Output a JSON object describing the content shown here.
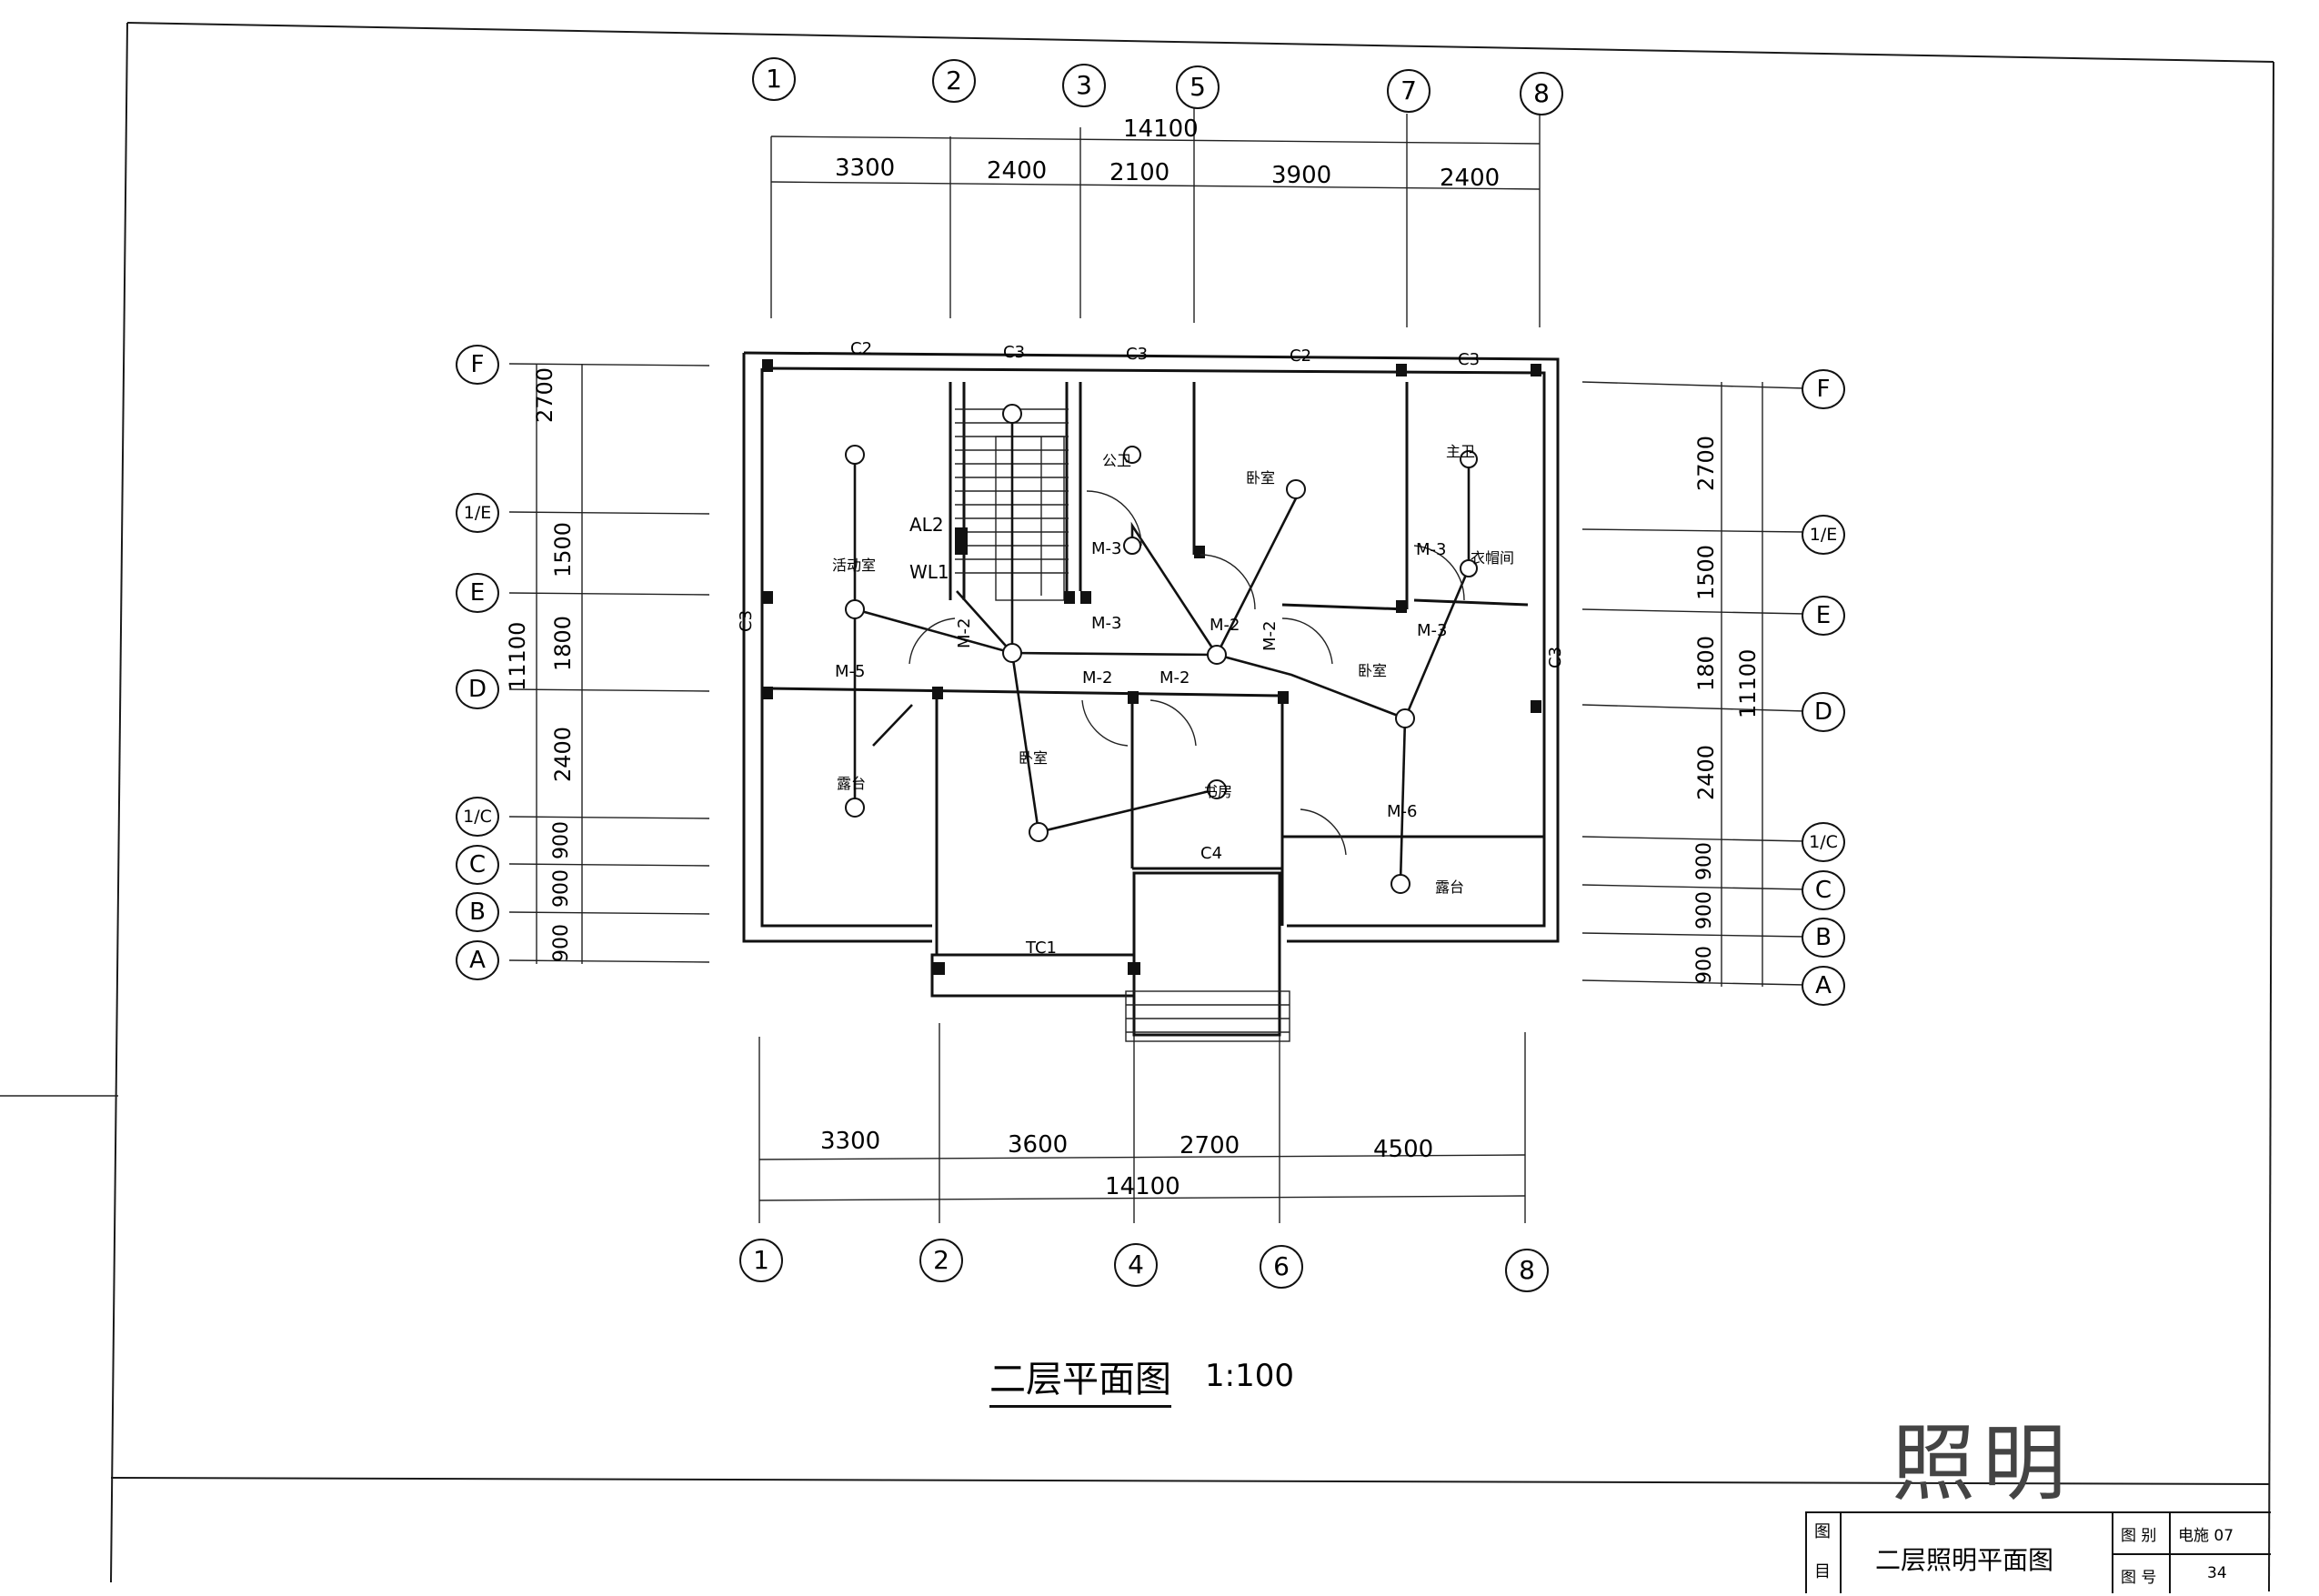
{
  "axes_top": [
    "1",
    "2",
    "3",
    "5",
    "7",
    "8"
  ],
  "axes_bottom": [
    "1",
    "2",
    "4",
    "6",
    "8"
  ],
  "axes_left": [
    "F",
    "1/E",
    "E",
    "D",
    "1/C",
    "C",
    "B",
    "A"
  ],
  "axes_right": [
    "F",
    "1/E",
    "E",
    "D",
    "1/C",
    "C",
    "B",
    "A"
  ],
  "dims_top_total": "14100",
  "dims_top": [
    "3300",
    "2400",
    "2100",
    "3900",
    "2400"
  ],
  "dims_bottom_total": "14100",
  "dims_bottom": [
    "3300",
    "3600",
    "2700",
    "4500"
  ],
  "dims_left": [
    "2700",
    "1500",
    "1800",
    "2400",
    "900",
    "900",
    "900"
  ],
  "dims_left_total": "11100",
  "dims_right": [
    "2700",
    "1500",
    "1800",
    "2400",
    "900",
    "900",
    "900"
  ],
  "dims_right_total": "11100",
  "windows": [
    "C2",
    "C3",
    "C3",
    "C2",
    "C3",
    "C3",
    "C3",
    "C4",
    "TC1"
  ],
  "doors": [
    "M-2",
    "M-3",
    "M-3",
    "M-2",
    "M-2",
    "M-2",
    "M-2",
    "M-3",
    "M-3",
    "M-5",
    "M-6"
  ],
  "rooms": [
    "活动室",
    "露台",
    "卧室",
    "公卫",
    "卧室",
    "主卫",
    "衣帽间",
    "卧室",
    "书房",
    "露台"
  ],
  "panel_labels": [
    "AL2",
    "WL1"
  ],
  "plan_title": "二层平面图",
  "plan_scale": "1:100",
  "stamp": "照明",
  "title_block": {
    "label_1": "图",
    "label_2": "目",
    "drawing_name": "二层照明平面图",
    "category_label": "图 别",
    "category_value": "电施 07",
    "number_label": "图 号",
    "number_value": "34"
  }
}
